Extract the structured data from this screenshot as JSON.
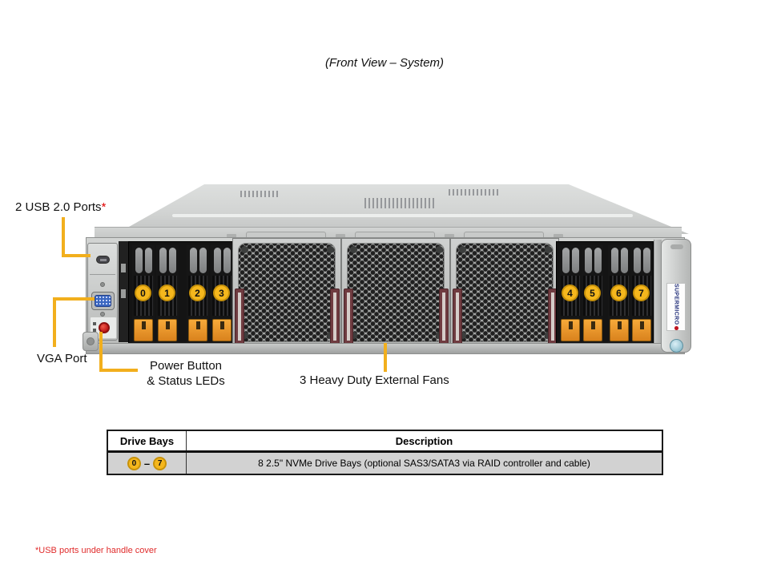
{
  "title": "(Front View – System)",
  "callouts": {
    "usb_label": "2 USB 2.0 Ports",
    "usb_asterisk": "*",
    "vga_label": "VGA Port",
    "power_line1": "Power Button",
    "power_line2": "& Status LEDs",
    "fans_label": "3 Heavy Duty External Fans"
  },
  "server": {
    "brand": "SUPERMICRO",
    "bay_labels": [
      "0",
      "1",
      "2",
      "3",
      "4",
      "5",
      "6",
      "7"
    ]
  },
  "table": {
    "headers": [
      "Drive Bays",
      "Description"
    ],
    "row": {
      "bay_start": "0",
      "dash": "–",
      "bay_end": "7",
      "description": "8 2.5\" NVMe Drive Bays (optional SAS3/SATA3 via RAID controller and cable)"
    }
  },
  "footnote": "*USB ports under handle cover",
  "colors": {
    "callout_yellow": "#F2AF1D",
    "bay_badge_yellow": "#F5B71D",
    "latch_orange": "#F09A2E",
    "fan_handle_maroon": "#6F3B40",
    "footnote_red": "#E02B2B",
    "table_row_gray": "#D2D2D2"
  }
}
